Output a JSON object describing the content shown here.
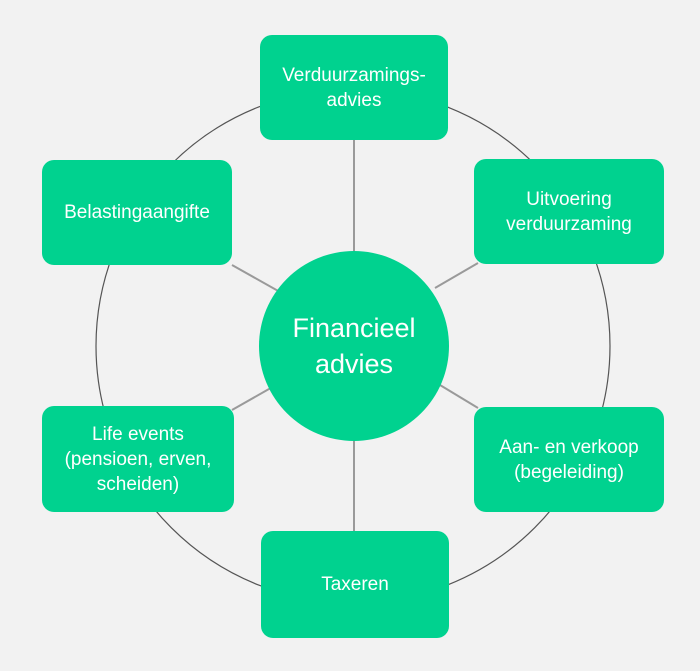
{
  "center": {
    "label": "Financieel\nadvies"
  },
  "nodes": {
    "top": {
      "label": "Verduurzamings-\nadvies"
    },
    "top_right": {
      "label": "Uitvoering\nverduurzaming"
    },
    "bottom_right": {
      "label": "Aan- en verkoop\n(begeleiding)"
    },
    "bottom": {
      "label": "Taxeren"
    },
    "bottom_left": {
      "label": "Life events\n(pensioen, erven,\nscheiden)"
    },
    "top_left": {
      "label": "Belastingaangifte"
    }
  },
  "colors": {
    "node_fill": "#00d28f",
    "node_text": "#ffffff",
    "ring": "#555555",
    "connector": "#9a9a9a",
    "background": "#f2f2f2"
  }
}
